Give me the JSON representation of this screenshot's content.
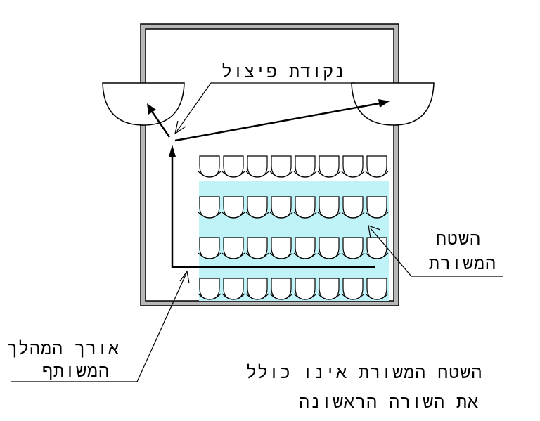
{
  "labels": {
    "split_point": "נקודת פיצול",
    "shaded_area_line1": "השטח",
    "shaded_area_line2": "המשורת",
    "shared_path_line1": "אורך המהלך",
    "shared_path_line2": "המשותף",
    "note_line1": "השטח המשורת אינו כולל",
    "note_line2": "את השורה הראשונה"
  },
  "seating": {
    "rows": 4,
    "seats_per_row": 8,
    "shaded_rows": "all except first row"
  },
  "colors": {
    "wall": "#b8b8b8",
    "shaded_area": "#bff3f7",
    "line": "#000000"
  }
}
